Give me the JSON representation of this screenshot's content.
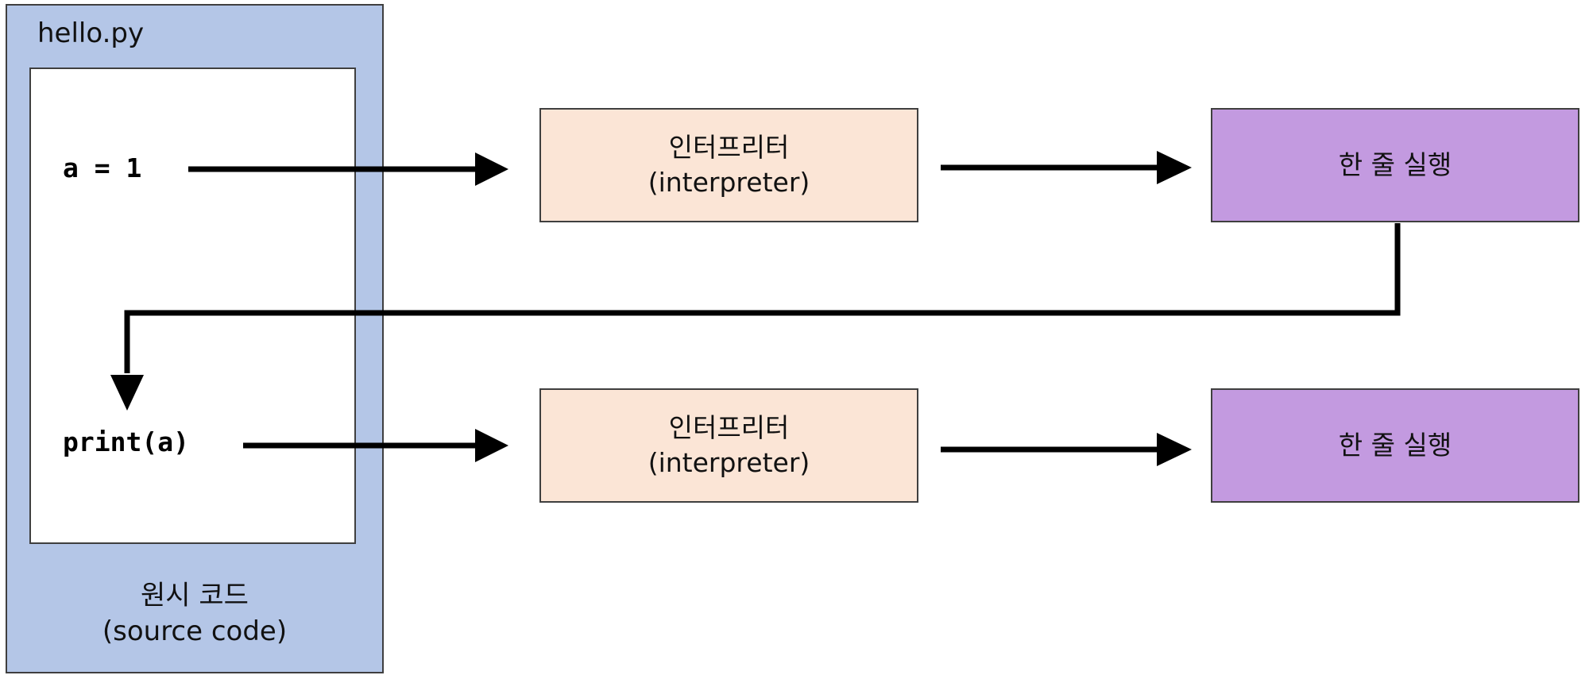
{
  "file": {
    "name": "hello.py",
    "code_lines": [
      "a = 1",
      "print(a)"
    ],
    "caption_ko": "원시 코드",
    "caption_en": "(source code)"
  },
  "steps": [
    {
      "interpreter_ko": "인터프리터",
      "interpreter_en": "(interpreter)",
      "result": "한 줄 실행"
    },
    {
      "interpreter_ko": "인터프리터",
      "interpreter_en": "(interpreter)",
      "result": "한 줄 실행"
    }
  ],
  "colors": {
    "file_panel": "#b4c6e7",
    "interpreter_box": "#fbe5d6",
    "execute_box": "#c39ae0",
    "arrow": "#000000"
  }
}
